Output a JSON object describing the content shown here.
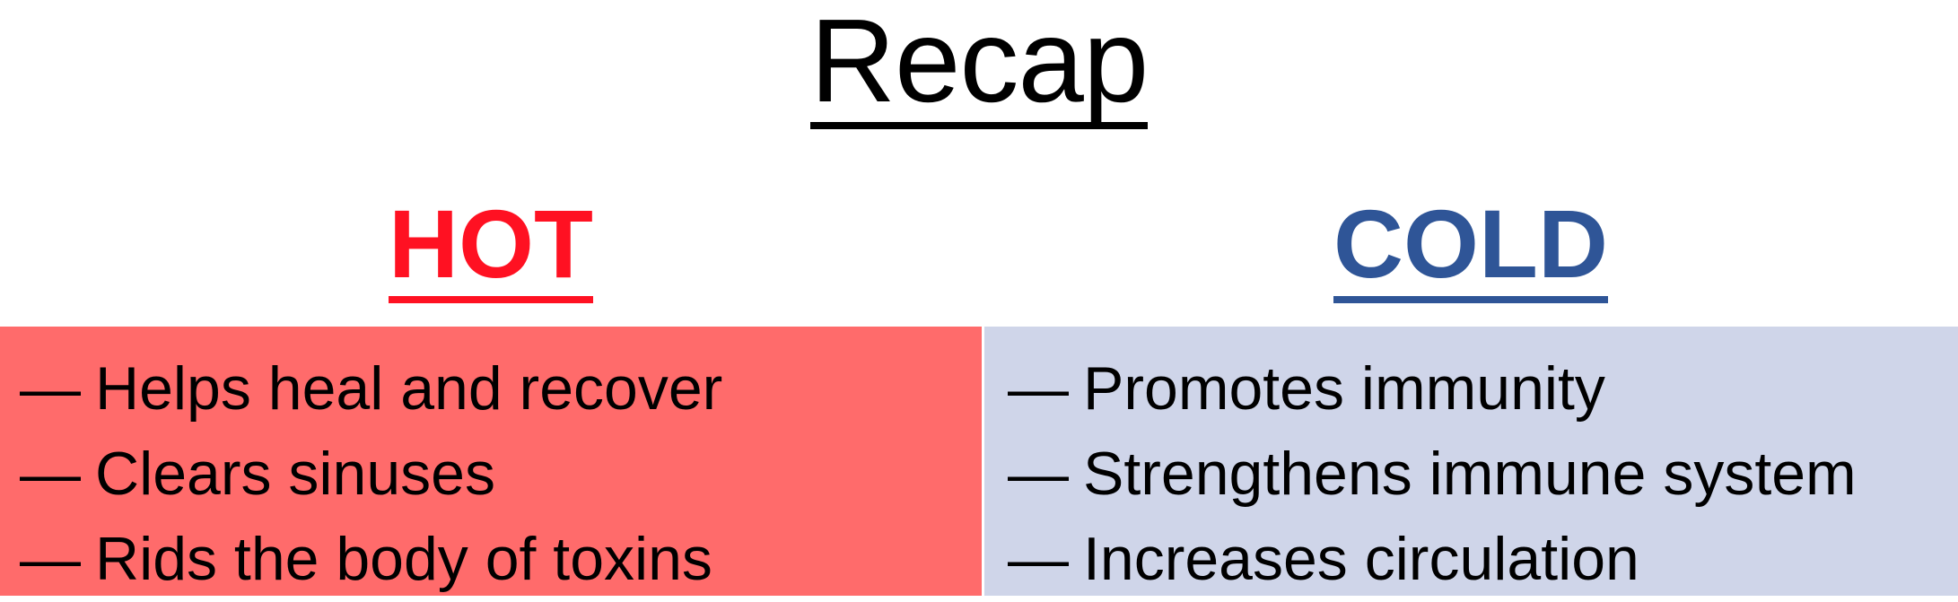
{
  "title": "Recap",
  "hot": {
    "heading": "HOT",
    "color": "#ff1122",
    "panel_color": "#ff6b6b",
    "items": [
      {
        "bullet": "—",
        "text": "Helps heal and recover"
      },
      {
        "bullet": "—",
        "text": "Clears sinuses"
      },
      {
        "bullet": "—",
        "text": "Rids the body of toxins"
      }
    ]
  },
  "cold": {
    "heading": "COLD",
    "color": "#2f5597",
    "panel_color": "#cfd5e9",
    "items": [
      {
        "bullet": "—",
        "text": "Promotes immunity"
      },
      {
        "bullet": "—",
        "text": "Strengthens immune system"
      },
      {
        "bullet": "—",
        "text": "Increases circulation"
      }
    ]
  }
}
